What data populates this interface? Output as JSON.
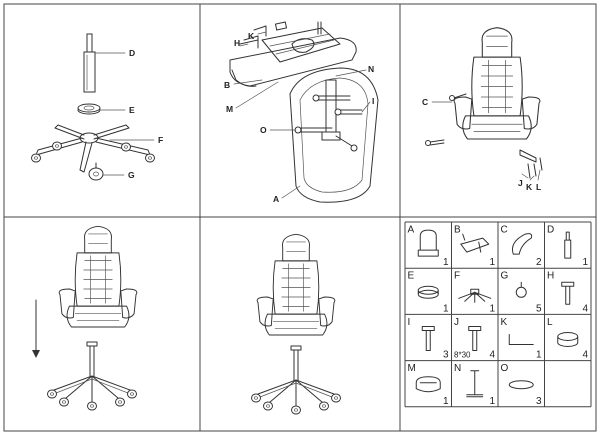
{
  "callouts": {
    "step1": [
      {
        "letter": "D"
      },
      {
        "letter": "E"
      },
      {
        "letter": "F"
      },
      {
        "letter": "G"
      }
    ],
    "step2": [
      {
        "letter": "H"
      },
      {
        "letter": "K"
      },
      {
        "letter": "B"
      },
      {
        "letter": "M"
      },
      {
        "letter": "N"
      },
      {
        "letter": "I"
      },
      {
        "letter": "O"
      },
      {
        "letter": "A"
      }
    ],
    "step3": [
      {
        "letter": "C"
      },
      {
        "letter": "J"
      },
      {
        "letter": "K"
      },
      {
        "letter": "L"
      }
    ]
  },
  "parts": [
    {
      "letter": "A",
      "qty": "1"
    },
    {
      "letter": "B",
      "qty": "1"
    },
    {
      "letter": "C",
      "qty": "2"
    },
    {
      "letter": "D",
      "qty": "1"
    },
    {
      "letter": "E",
      "qty": "1"
    },
    {
      "letter": "F",
      "qty": "1"
    },
    {
      "letter": "G",
      "qty": "5"
    },
    {
      "letter": "H",
      "qty": "4"
    },
    {
      "letter": "I",
      "qty": "3"
    },
    {
      "letter": "J",
      "qty": "4",
      "size": "8*30"
    },
    {
      "letter": "K",
      "qty": "1"
    },
    {
      "letter": "L",
      "qty": "4"
    },
    {
      "letter": "M",
      "qty": "1"
    },
    {
      "letter": "N",
      "qty": "1"
    },
    {
      "letter": "O",
      "qty": "3"
    }
  ]
}
